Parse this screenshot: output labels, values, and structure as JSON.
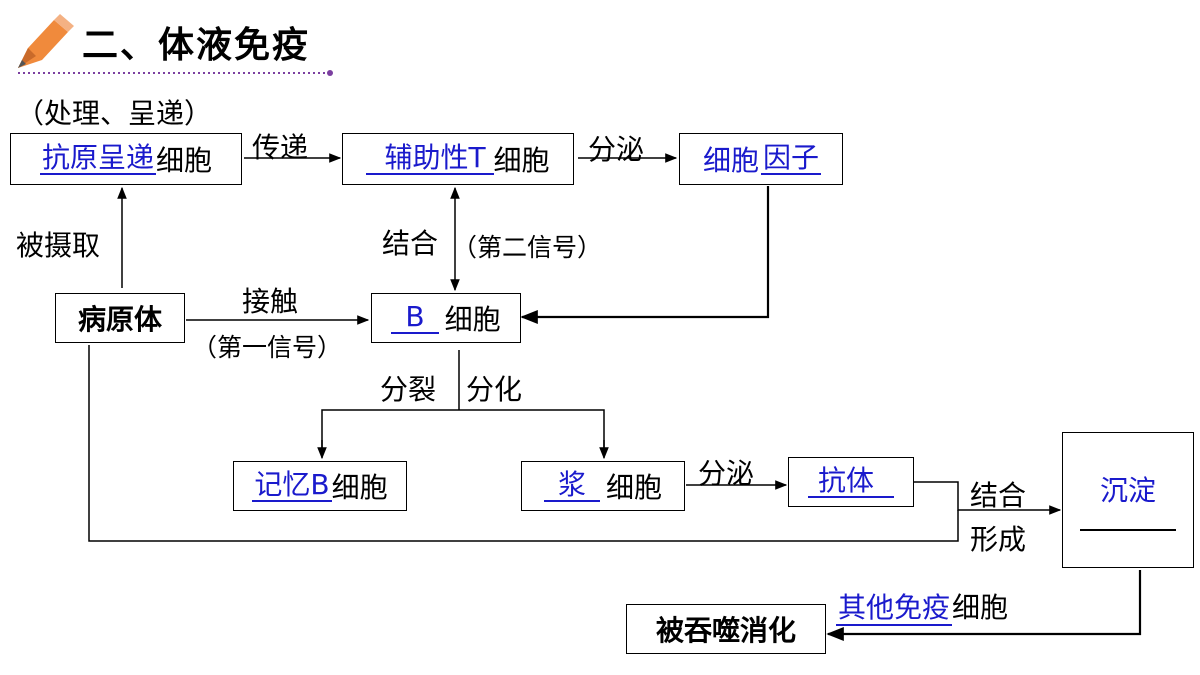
{
  "title": "二、体液免疫",
  "labels": {
    "process_note": "（处理、呈递）",
    "transmit": "传递",
    "secrete1": "分泌",
    "engulfed": "被摄取",
    "bind": "结合",
    "second_signal": "（第二信号）",
    "contact": "接触",
    "first_signal": "（第一信号）",
    "divide": "分裂",
    "differentiate": "分化",
    "secrete2": "分泌",
    "combine": "结合",
    "form": "形成"
  },
  "boxes": {
    "apc": {
      "answer": "抗原呈递",
      "suffix": "细胞"
    },
    "helper_t": {
      "answer": "辅助性T",
      "suffix": "细胞"
    },
    "cytokine": {
      "text1": "细胞",
      "answer": "因子"
    },
    "pathogen": {
      "text": "病原体"
    },
    "b_cell": {
      "answer": "B",
      "suffix": "细胞"
    },
    "memory_b": {
      "answer": "记忆B",
      "suffix": "细胞"
    },
    "plasma": {
      "answer": "浆",
      "suffix": "细胞"
    },
    "antibody": {
      "answer": "抗体"
    },
    "precipitate": {
      "answer": "沉淀"
    },
    "phagocytosed": {
      "text": "被吞噬消化"
    }
  },
  "other_cells": {
    "answer": "其他免疫",
    "suffix": "细胞"
  }
}
